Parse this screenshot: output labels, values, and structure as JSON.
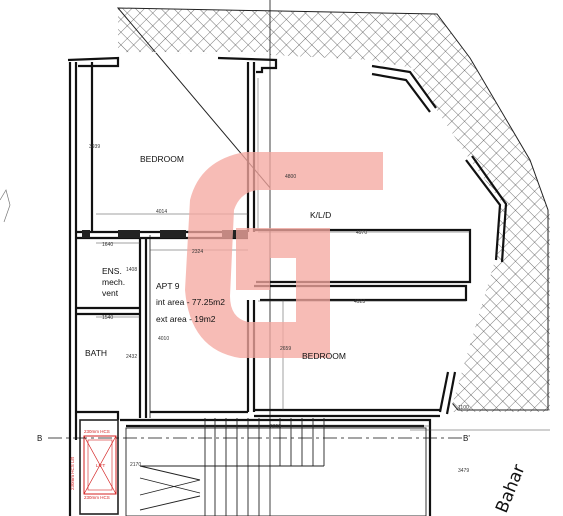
{
  "rooms": {
    "bedroom_1": "BEDROOM",
    "kld": "K/L/D",
    "ens_line1": "ENS.",
    "ens_line2": "mech.",
    "ens_line3": "vent",
    "apt_name": "APT 9",
    "int_area": "int area - 77.25m2",
    "ext_area": "ext area - 19m2",
    "bath": "BATH",
    "bedroom_2": "BEDROOM",
    "lift": "LIFT"
  },
  "dimensions": {
    "d3939": "3939",
    "d4014": "4014",
    "d4800": "4800",
    "d4970": "4970",
    "d1640": "1640",
    "d1408": "1408",
    "d2324": "2324",
    "d4010": "4010",
    "d1540": "1540",
    "d2432": "2432",
    "d4923": "4923",
    "d2659": "2659",
    "d1100": "1100",
    "d6055": "6055",
    "d2170": "2170",
    "d3479": "3479",
    "lift_hcs_top": "230mm HCS",
    "lift_hcs_bottom": "230mm HCS",
    "lift_side": "230mm HCS Lift"
  },
  "section_marks": {
    "left": "B",
    "right": "B'"
  },
  "street_label": "Bahar",
  "watermark": {
    "color": "#f4a8a0"
  }
}
